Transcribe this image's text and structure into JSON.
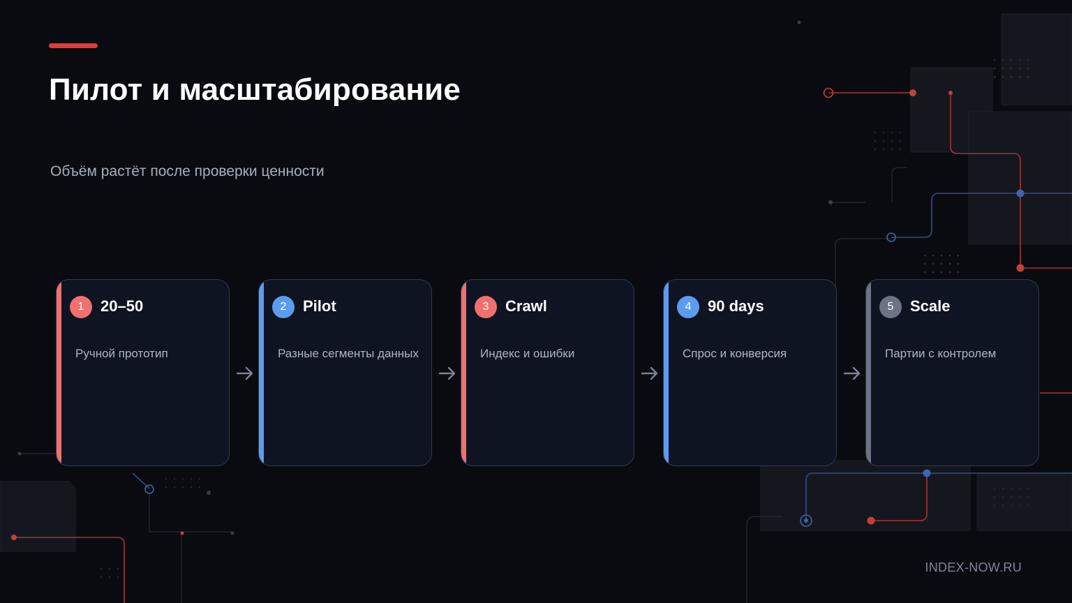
{
  "slide": {
    "title": "Пилот и масштабирование",
    "subtitle": "Объём растёт после проверки ценности",
    "footer": "INDEX-NOW.RU"
  },
  "colors": {
    "accent_red": "#e53935",
    "coral": "#f07070",
    "blue": "#5b9cf0",
    "gray": "#6b7385"
  },
  "steps": [
    {
      "number": "1",
      "title": "20–50",
      "description": "Ручной прототип",
      "accent": "coral"
    },
    {
      "number": "2",
      "title": "Pilot",
      "description": "Разные сегменты данных",
      "accent": "blue"
    },
    {
      "number": "3",
      "title": "Crawl",
      "description": "Индекс и ошибки",
      "accent": "coral"
    },
    {
      "number": "4",
      "title": "90 days",
      "description": "Спрос и конверсия",
      "accent": "blue"
    },
    {
      "number": "5",
      "title": "Scale",
      "description": "Партии с контролем",
      "accent": "gray"
    }
  ],
  "icons": {
    "arrow": "arrow-right-icon"
  }
}
